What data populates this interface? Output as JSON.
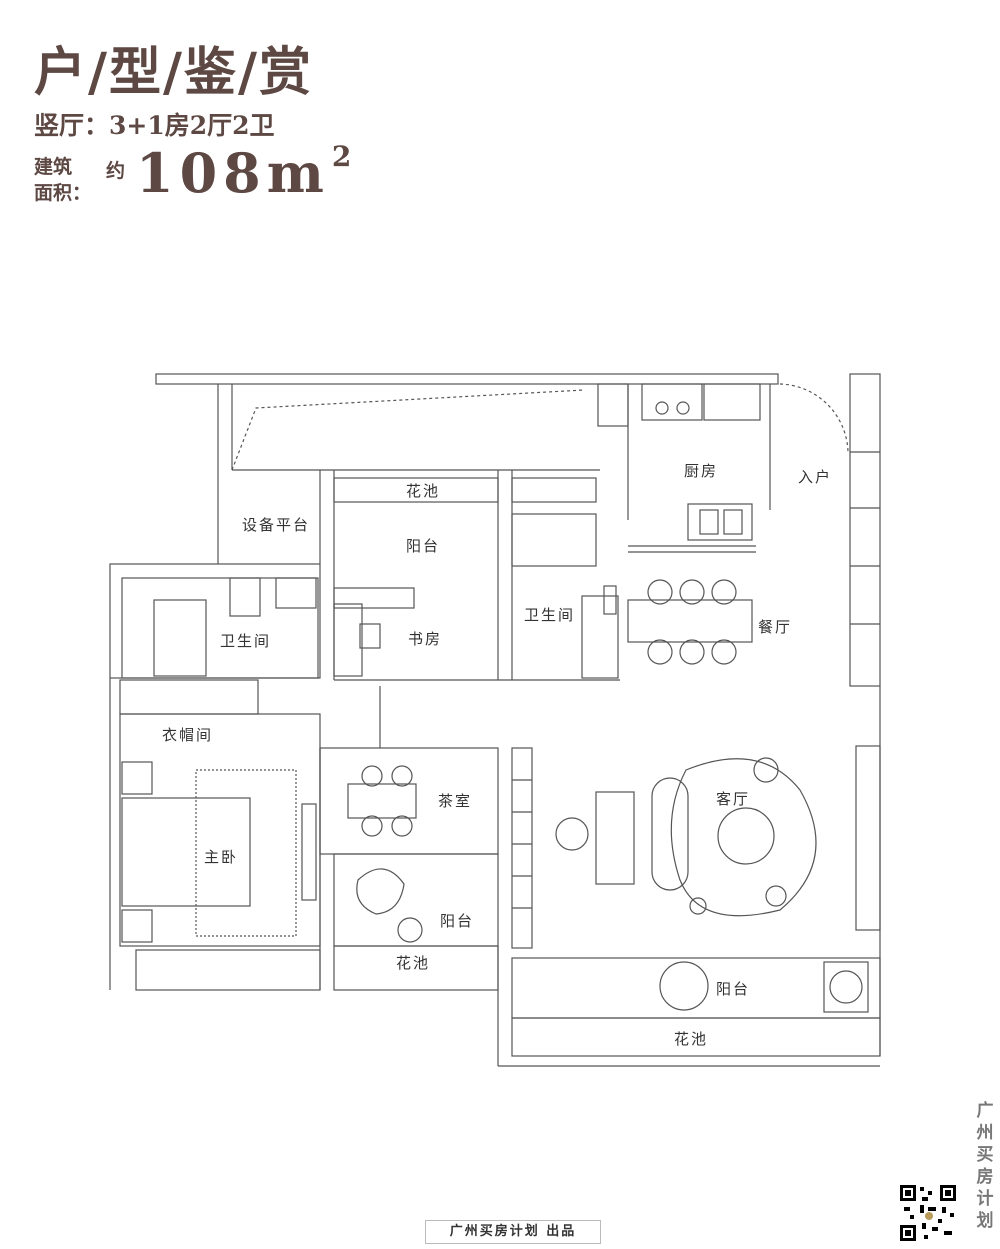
{
  "header": {
    "title": "户/型/鉴/赏",
    "unit_type": "竖厅：3+1房2厅2卫",
    "area_label_line1": "建筑",
    "area_label_line2": "面积：",
    "area_approx": "约",
    "area_value": "108m",
    "area_superscript": "2"
  },
  "rooms": {
    "entrance": "入户",
    "kitchen": "厨房",
    "equipment_platform": "设备平台",
    "flower_bed_top": "花池",
    "balcony_study": "阳台",
    "study": "书房",
    "bathroom_left": "卫生间",
    "bathroom_right": "卫生间",
    "dining": "餐厅",
    "cloakroom": "衣帽间",
    "master_bedroom": "主卧",
    "tea_room": "茶室",
    "balcony_tea": "阳台",
    "living_room": "客厅",
    "flower_bed_left": "花池",
    "balcony_living": "阳台",
    "flower_bed_bottom": "花池"
  },
  "brand": {
    "side_text": "广州买房计划",
    "footer": "广州买房计划 出品"
  },
  "colors": {
    "title": "#5d4843",
    "wall": "#444444"
  }
}
